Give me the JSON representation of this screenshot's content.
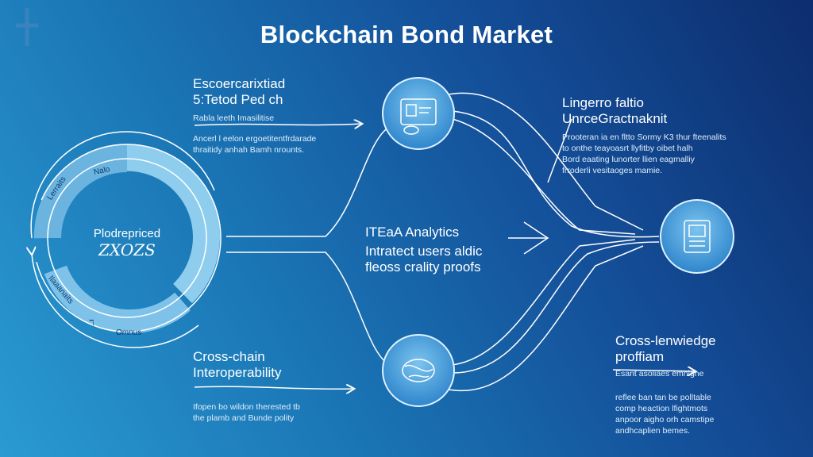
{
  "title": "Blockchain Bond Market",
  "top_left": {
    "heading_line1": "Escoercarixtiad",
    "heading_line2": "5:Tetod Ped ch",
    "caption": "Rabla leeth Imasilitise",
    "body_line1": "Ancerl l eelon ergoetitentfrdarade",
    "body_line2": "thraitidy anhah Bamh nrounts."
  },
  "bottom_left": {
    "heading_line1": "Cross-chain",
    "heading_line2": "Interoperability",
    "body_line1": "Ifopen bo wildon therested tb",
    "body_line2": "the plamb and Bunde polity"
  },
  "center": {
    "heading": "ITEaA Analytics",
    "line1": "Intratect users aldic",
    "line2": "fleoss crality proofs"
  },
  "top_right": {
    "heading_line1": "Lingerro faltio",
    "heading_line2": "UnrceGractnaknit",
    "body": [
      "Prooteran ia en fltto Sormy K3 thur fteenalits",
      "to onthe teayoasrt llyfitby oibet halh",
      "Bord eaating lunorter llien eagmalliy",
      "frroderli vesitaoges mamie."
    ]
  },
  "bottom_right": {
    "heading_line1": "Cross-lenwiedge",
    "heading_line2": "proffiam",
    "caption": "Esant asoliaes emnighe",
    "body": [
      "reflee ban tan be polltable",
      "comp heaction lfightmots",
      "anpoor aigho orh camstipe",
      "andhcaplien bemes."
    ]
  },
  "ring": {
    "center_line1": "Plodrepriced",
    "center_line2": "ZXOZS",
    "segments": [
      "Nalo",
      "Lerraits",
      "Ilaaanaits",
      "ℸ",
      "Omnus"
    ]
  },
  "icons": [
    "document-card-icon",
    "coin-globe-icon",
    "atm-terminal-icon"
  ],
  "colors": {
    "ring_fill": "#8fcdee",
    "ring_dark": "#5fa8d8",
    "node_fill": "#4aa3e0",
    "line": "#ffffff"
  }
}
